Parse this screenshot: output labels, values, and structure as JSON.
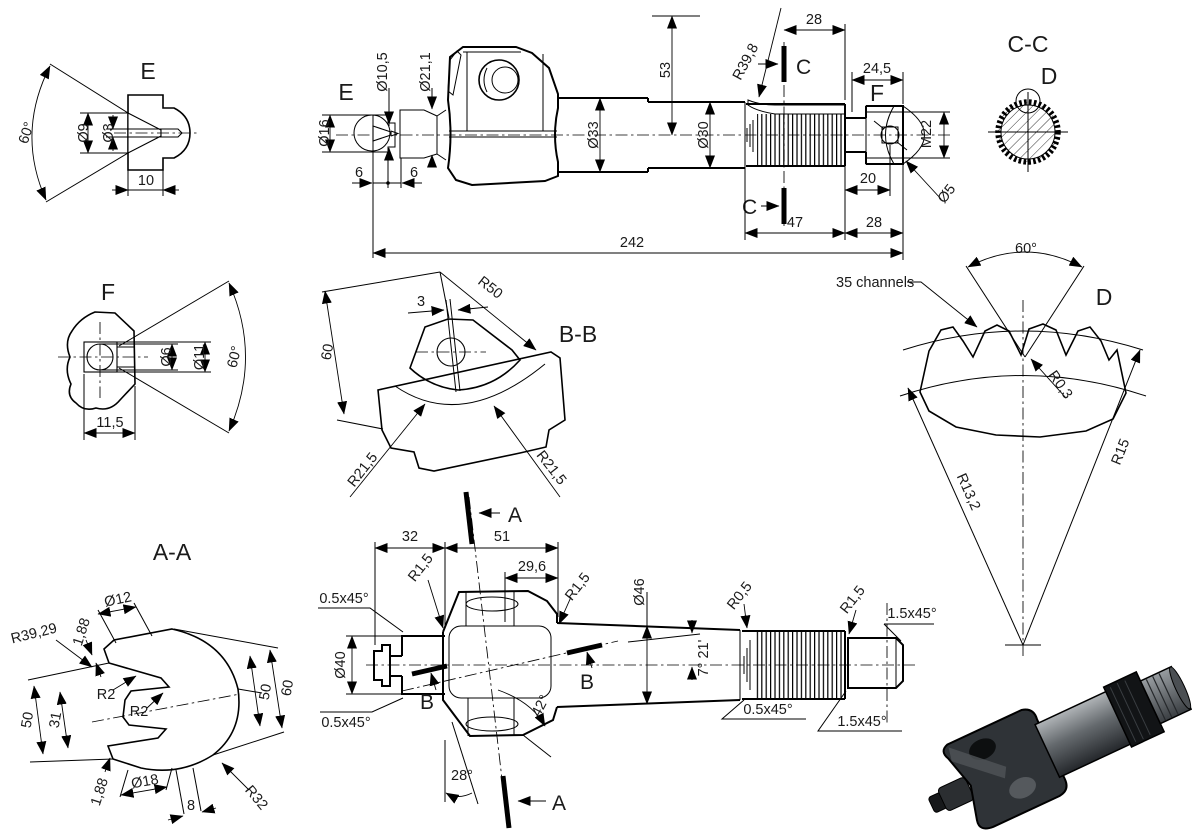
{
  "page": {
    "background": "#ffffff",
    "line_color": "#000000",
    "text_color": "#1a1a1a"
  },
  "views": {
    "e": {
      "label": "E",
      "angle_60": "60°",
      "dia_9": "Ø9",
      "dia_3": "Ø3",
      "len_10": "10"
    },
    "main": {
      "detail_e_label": "E",
      "dia_10_5": "Ø10,5",
      "dia_21_1": "Ø21,1",
      "dia_16": "Ø16",
      "len_6_left": "6",
      "len_6_right": "6",
      "dia_33": "Ø33",
      "len_53": "53",
      "dia_30": "Ø30",
      "r_39_8": "R39,8",
      "len_28_top": "28",
      "cut_c_top": "C",
      "cut_c_bottom": "C",
      "len_24_5": "24,5",
      "detail_f_label": "F",
      "thread_m22": "M22",
      "len_20": "20",
      "dia_5": "Ø5",
      "len_47": "47",
      "len_28_right": "28",
      "len_242": "242"
    },
    "cc": {
      "label": "C-C",
      "detail_d_label": "D"
    },
    "f": {
      "label": "F",
      "dia_6": "Ø6",
      "dia_11": "Ø11",
      "angle_60": "60°",
      "len_11_5": "11,5"
    },
    "bb": {
      "label": "B-B",
      "r_50": "R50",
      "len_3": "3",
      "len_60": "60",
      "r_21_5_left": "R21,5",
      "r_21_5_right": "R21,5"
    },
    "d": {
      "label": "D",
      "note_channels": "35 channels",
      "angle_60": "60°",
      "r_0_3": "R0,3",
      "r_13_2": "R13,2",
      "r_15": "R15"
    },
    "aa": {
      "label": "A-A",
      "dia_12": "Ø12",
      "len_1_88_top": "1,88",
      "r_39_29": "R39,29",
      "r_2_a": "R2",
      "r_2_b": "R2",
      "len_50_left": "50",
      "len_31": "31",
      "len_50_right": "50",
      "len_60": "60",
      "len_1_88_bottom": "1,88",
      "dia_18": "Ø18",
      "len_8": "8",
      "r_32": "R32"
    },
    "side": {
      "cut_a_top": "A",
      "cut_a_bottom": "A",
      "cut_b_left": "B",
      "cut_b_right": "B",
      "len_32": "32",
      "len_51": "51",
      "len_29_6": "29,6",
      "r_1_5_left": "R1,5",
      "r_1_5_right": "R1,5",
      "dia_46": "Ø46",
      "dia_40": "Ø40",
      "cham_05_top": "0.5x45°",
      "cham_05_bottom": "0.5x45°",
      "cham_05_spline": "0.5x45°",
      "angle_42": "42°",
      "angle_28": "28°",
      "taper_7_21": "7° 21'",
      "r_0_5": "R0,5",
      "r_1_5_spline": "R1,5",
      "cham_15_top": "1.5x45°",
      "cham_15_bottom": "1.5x45°"
    }
  }
}
